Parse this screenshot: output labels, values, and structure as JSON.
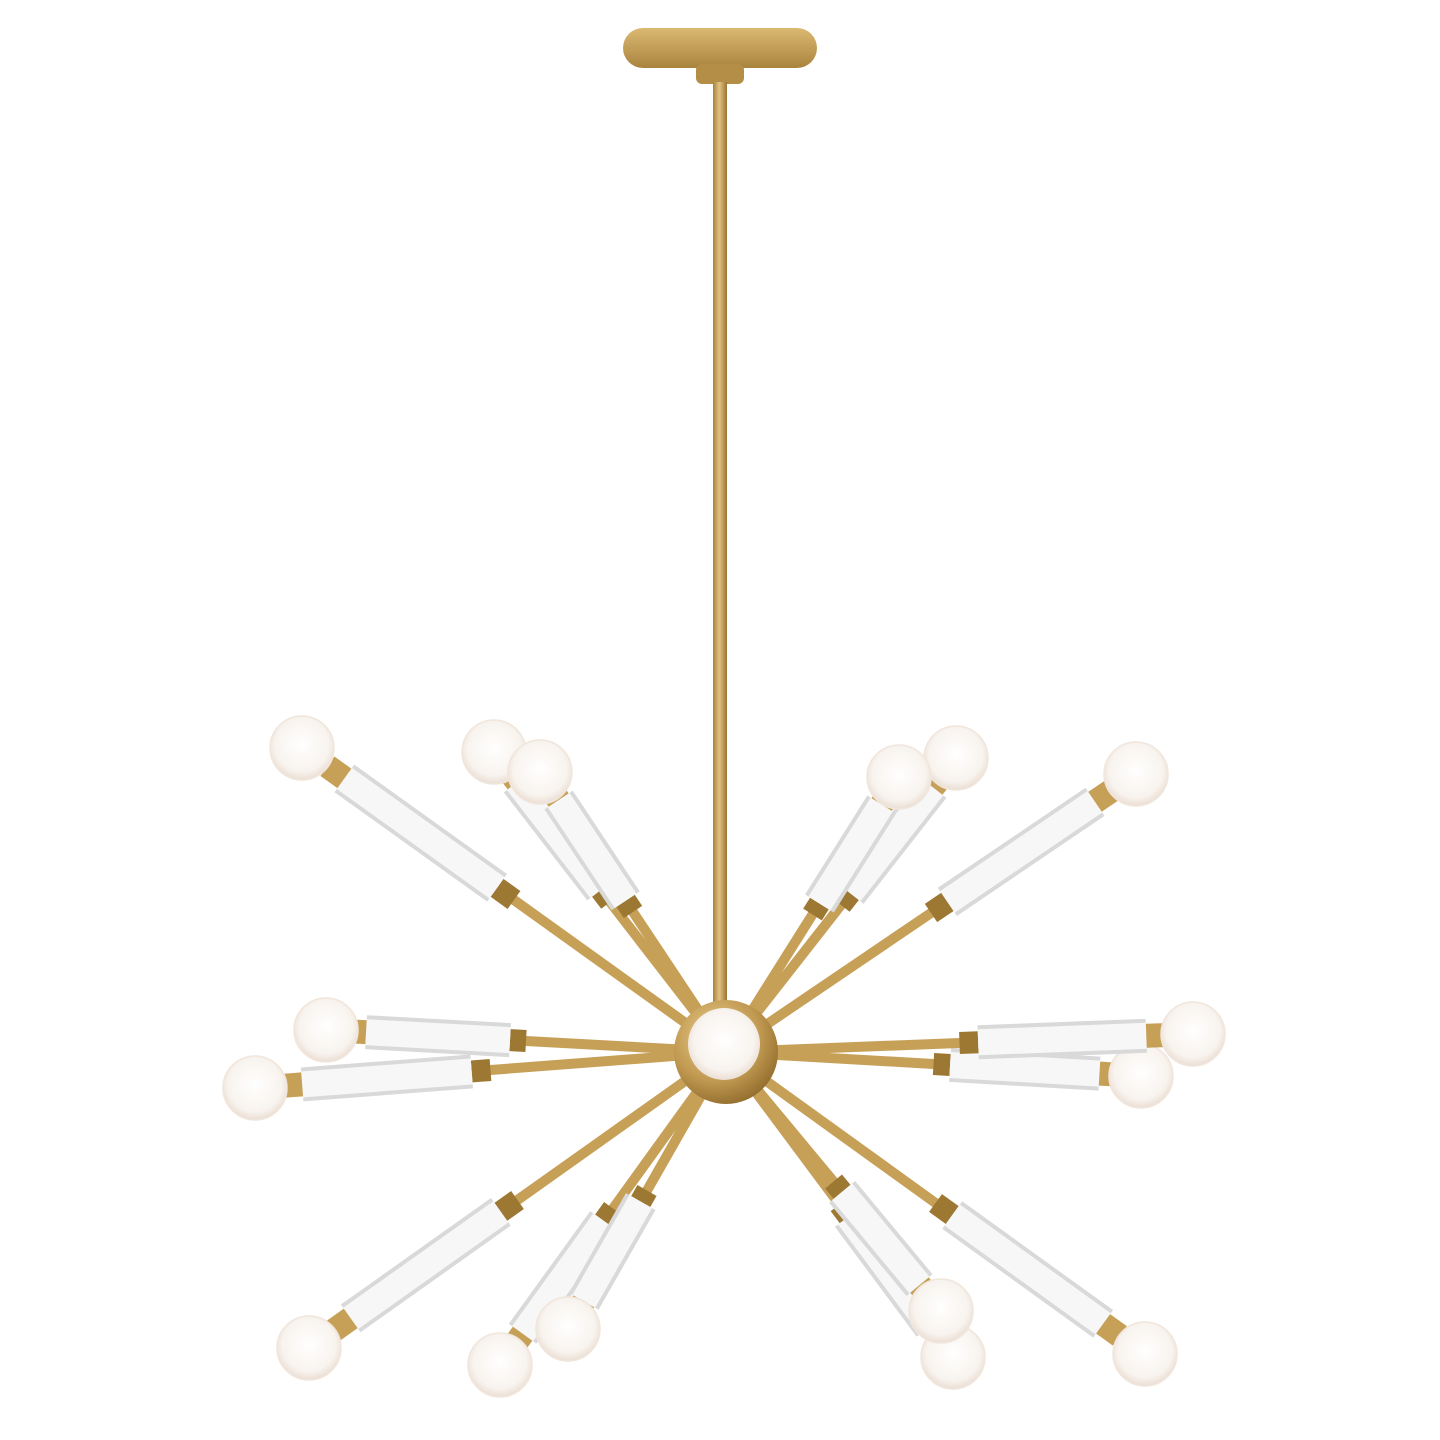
{
  "photo": {
    "subject": "sputnik-chandelier",
    "colors": {
      "background": "#ffffff",
      "brass": "#c7a058",
      "brass_dark": "#9c7833",
      "brass_light": "#e6c98a",
      "tube_white": "#f7f7f7",
      "tube_shade": "#d9d9d9",
      "bulb": "#fdfbf7",
      "bulb_glow": "#f1e6dc"
    },
    "arm_count": 16,
    "bulb_count": 17
  }
}
